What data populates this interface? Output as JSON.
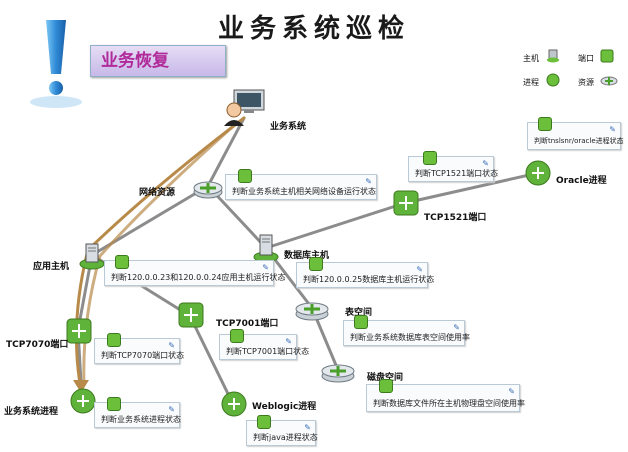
{
  "title": "业务系统巡检",
  "recover_button": "业务恢复",
  "legend": {
    "host": "主机",
    "port": "端口",
    "process": "进程",
    "resource": "资源"
  },
  "nodes": {
    "business_system": "业务系统",
    "network_resource": "网络资源",
    "app_host": "应用主机",
    "db_host": "数据库主机",
    "tcp1521": "TCP1521端口",
    "oracle": "Oracle进程",
    "tcp7001": "TCP7001端口",
    "tablespace": "表空间",
    "tcp7070": "TCP7070端口",
    "disk_space": "磁盘空间",
    "business_process": "业务系统进程",
    "weblogic": "Weblogic进程"
  },
  "checks": {
    "oracle_proc": "判断tnslsnr/oracle进程状态",
    "tcp1521": "判断TCP1521端口状态",
    "network": "判断业务系统主机相关网络设备运行状态",
    "db_host": "判断120.0.0.25数据库主机运行状态",
    "app_host": "判断120.0.0.23和120.0.0.24应用主机运行状态",
    "tablespace": "判断业务系统数据库表空间使用率",
    "tcp7001": "判断TCP7001端口状态",
    "tcp7070": "判断TCP7070端口状态",
    "disk": "判断数据库文件所在主机物理盘空间使用率",
    "business_proc": "判断业务系统进程状态",
    "java_proc": "判断java进程状态"
  },
  "colors": {
    "green": "#5fb23a",
    "line": "#8c8c8c",
    "path": "#b88a4a",
    "accent": "#b02a9a"
  }
}
